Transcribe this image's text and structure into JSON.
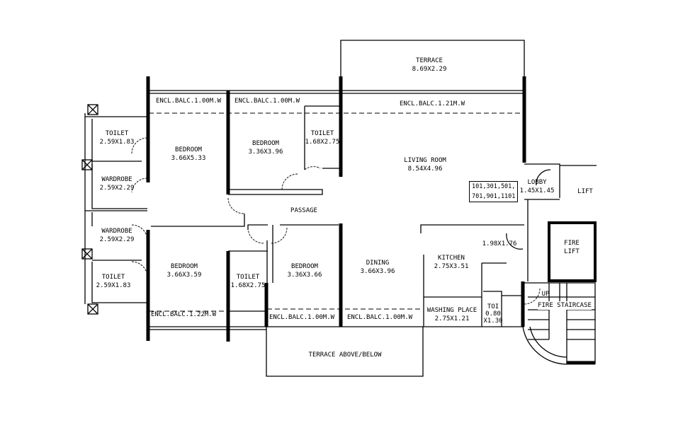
{
  "rooms": {
    "terrace_top": {
      "name": "TERRACE",
      "size": "8.69X2.29"
    },
    "balc_top_1": {
      "name": "ENCL.BALC.1.00M.W"
    },
    "balc_top_2": {
      "name": "ENCL.BALC.1.00M.W"
    },
    "balc_top_3": {
      "name": "ENCL.BALC.1.21M.W"
    },
    "toilet_tl": {
      "name": "TOILET",
      "size": "2.59X1.83"
    },
    "wardrobe_tl": {
      "name": "WARDROBE",
      "size": "2.59X2.29"
    },
    "bedroom_1": {
      "name": "BEDROOM",
      "size": "3.66X5.33"
    },
    "bedroom_2": {
      "name": "BEDROOM",
      "size": "3.36X3.96"
    },
    "toilet_tc": {
      "name": "TOILET",
      "size": "1.68X2.75"
    },
    "living": {
      "name": "LIVING ROOM",
      "size": "8.54X4.96"
    },
    "passage": {
      "name": "PASSAGE"
    },
    "wardrobe_bl": {
      "name": "WARDROBE",
      "size": "2.59X2.29"
    },
    "toilet_bl": {
      "name": "TOILET",
      "size": "2.59X1.83"
    },
    "bedroom_3": {
      "name": "BEDROOM",
      "size": "3.66X3.59"
    },
    "toilet_bc": {
      "name": "TOILET",
      "size": "1.68X2.75"
    },
    "bedroom_4": {
      "name": "BEDROOM",
      "size": "3.36X3.66"
    },
    "dining": {
      "name": "DINING",
      "size": "3.66X3.96"
    },
    "kitchen": {
      "name": "KITCHEN",
      "size": "2.75X3.51"
    },
    "utility": {
      "size": "1.98X1.76"
    },
    "washing": {
      "name": "WASHING PLACE",
      "size": "2.75X1.21"
    },
    "toilet_small": {
      "name": "TOI",
      "size1": "0.80",
      "size2": "X1.30"
    },
    "lobby": {
      "name": "LOBBY",
      "size": "1.45X1.45"
    },
    "lift": {
      "name": "LIFT"
    },
    "fire_lift": {
      "name1": "FIRE",
      "name2": "LIFT"
    },
    "fire_staircase": {
      "name": "FIRE STAIRCASE",
      "up": "UP"
    },
    "balc_bot_1": {
      "name": "ENCL.BALC.1.22M.W"
    },
    "balc_bot_2": {
      "name": "ENCL.BALC.1.00M.W"
    },
    "balc_bot_3": {
      "name": "ENCL.BALC.1.00M.W"
    },
    "terrace_bot": {
      "name": "TERRACE ABOVE/BELOW"
    }
  },
  "flat_numbers": {
    "line1": "101,301,501,",
    "line2": "701,901,1101"
  }
}
